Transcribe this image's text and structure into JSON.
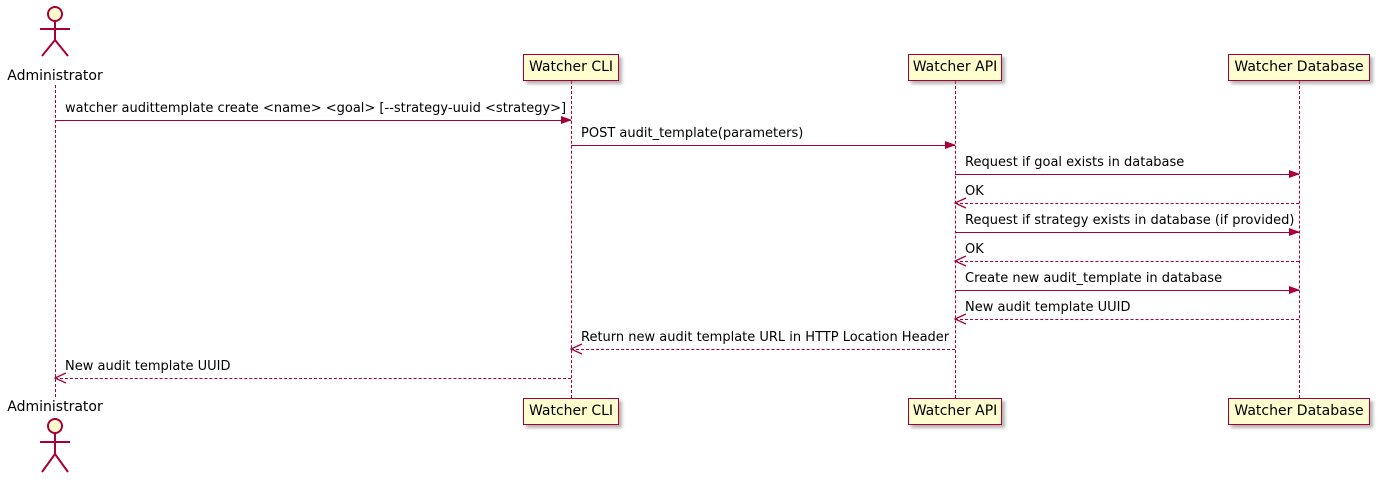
{
  "actor": {
    "label": "Administrator"
  },
  "participants": [
    {
      "label": "Watcher CLI"
    },
    {
      "label": "Watcher API"
    },
    {
      "label": "Watcher Database"
    }
  ],
  "messages": [
    {
      "from": "Administrator",
      "to": "Watcher CLI",
      "style": "solid",
      "label": "watcher audittemplate create <name> <goal> [--strategy-uuid <strategy>]"
    },
    {
      "from": "Watcher CLI",
      "to": "Watcher API",
      "style": "solid",
      "label": "POST audit_template(parameters)"
    },
    {
      "from": "Watcher API",
      "to": "Watcher Database",
      "style": "solid",
      "label": "Request if goal exists in database"
    },
    {
      "from": "Watcher Database",
      "to": "Watcher API",
      "style": "dashed",
      "label": "OK"
    },
    {
      "from": "Watcher API",
      "to": "Watcher Database",
      "style": "solid",
      "label": "Request if strategy exists in database (if provided)"
    },
    {
      "from": "Watcher Database",
      "to": "Watcher API",
      "style": "dashed",
      "label": "OK"
    },
    {
      "from": "Watcher API",
      "to": "Watcher Database",
      "style": "solid",
      "label": "Create new audit_template in database"
    },
    {
      "from": "Watcher Database",
      "to": "Watcher API",
      "style": "dashed",
      "label": "New audit template UUID"
    },
    {
      "from": "Watcher API",
      "to": "Watcher CLI",
      "style": "dashed",
      "label": "Return new audit template URL in HTTP Location Header"
    },
    {
      "from": "Watcher CLI",
      "to": "Administrator",
      "style": "dashed",
      "label": "New audit template UUID"
    }
  ],
  "colors": {
    "box_fill": "#FEFECE",
    "line": "#A80036",
    "text": "#000000",
    "background": "#FFFFFF"
  }
}
